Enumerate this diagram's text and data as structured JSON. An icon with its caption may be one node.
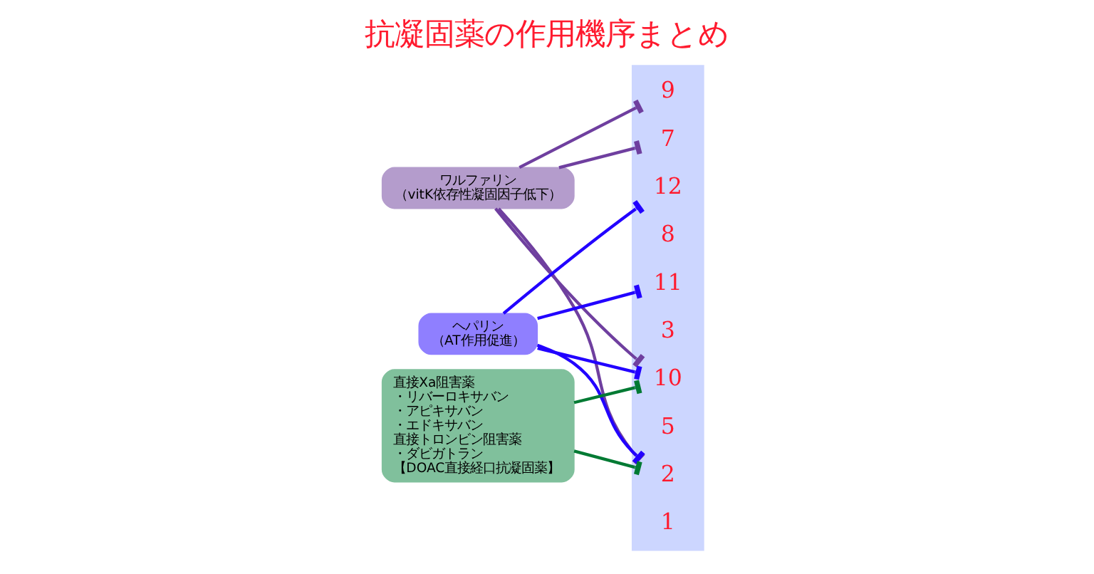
{
  "diagram": {
    "title": "抗凝固薬の作用機序まとめ",
    "nodes": [
      {
        "text": [],
        "shape": "band"
      },
      {
        "text": [
          "12"
        ],
        "in": 0
      },
      {
        "text": [
          "11"
        ],
        "in": 0
      },
      {
        "text": [
          "9"
        ],
        "in": 0
      },
      {
        "text": [
          "8"
        ],
        "in": 0
      },
      {
        "text": [
          "7"
        ],
        "in": 0
      },
      {
        "text": [
          "3"
        ],
        "in": 0
      },
      {
        "text": [
          "10"
        ],
        "in": 0
      },
      {
        "text": [
          "5"
        ],
        "in": 0
      },
      {
        "text": [
          "2"
        ],
        "in": 0
      },
      {
        "text": [
          "1"
        ],
        "in": 0
      },
      {
        "text": [
          "ワルファリン",
          "（vitK依存性凝固因子低下）"
        ]
      },
      {
        "text": [
          "ヘパリン",
          "（AT作用促進）"
        ]
      },
      {
        "text": [
          "直接Xa阻害薬",
          "・リバーロキサバン",
          "・アピキサバン",
          "・エドキサバン",
          "直接トロンビン阻害薬",
          "・ダビガトラン",
          "【DOAC直接経口抗凝固薬】"
        ]
      }
    ],
    "edges": [
      {
        "from": 11,
        "to": 3,
        "arrow": "other",
        "color": "#6f3f9f"
      },
      {
        "from": 11,
        "to": 5,
        "arrow": "other",
        "color": "#6f3f9f"
      },
      {
        "from": 11,
        "to": 7,
        "arrow": "other",
        "color": "#6f3f9f"
      },
      {
        "from": 11,
        "to": 9,
        "arrow": "other",
        "color": "#6f3f9f"
      },
      {
        "from": 12,
        "to": 1,
        "arrow": "other",
        "color": "#2200ff"
      },
      {
        "from": 12,
        "to": 2,
        "arrow": "other",
        "color": "#2200ff"
      },
      {
        "from": 12,
        "to": 7,
        "arrow": "other",
        "color": "#2200ff"
      },
      {
        "from": 12,
        "to": 9,
        "arrow": "other",
        "color": "#2200ff"
      },
      {
        "from": 13,
        "to": 7,
        "arrow": "other",
        "color": "#007a33"
      },
      {
        "from": 13,
        "to": 9,
        "arrow": "other",
        "color": "#007a33"
      }
    ]
  }
}
